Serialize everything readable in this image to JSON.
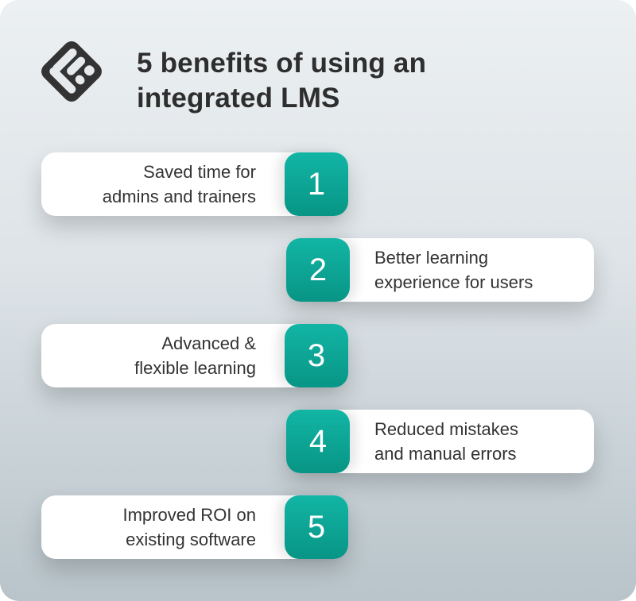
{
  "header": {
    "logo_icon": "lms-diamond-logo-icon",
    "title_line1": "5 benefits of using an",
    "title_line2": "integrated LMS"
  },
  "colors": {
    "accent": "#0fa596",
    "title": "#2e2e2e",
    "card": "#ffffff"
  },
  "benefits": [
    {
      "number": "1",
      "line1": "Saved time for",
      "line2": "admins and trainers",
      "side": "left"
    },
    {
      "number": "2",
      "line1": "Better learning",
      "line2": "experience for users",
      "side": "right"
    },
    {
      "number": "3",
      "line1": "Advanced &",
      "line2": "flexible learning",
      "side": "left"
    },
    {
      "number": "4",
      "line1": "Reduced mistakes",
      "line2": "and manual errors",
      "side": "right"
    },
    {
      "number": "5",
      "line1": "Improved ROI on",
      "line2": "existing software",
      "side": "left"
    }
  ]
}
